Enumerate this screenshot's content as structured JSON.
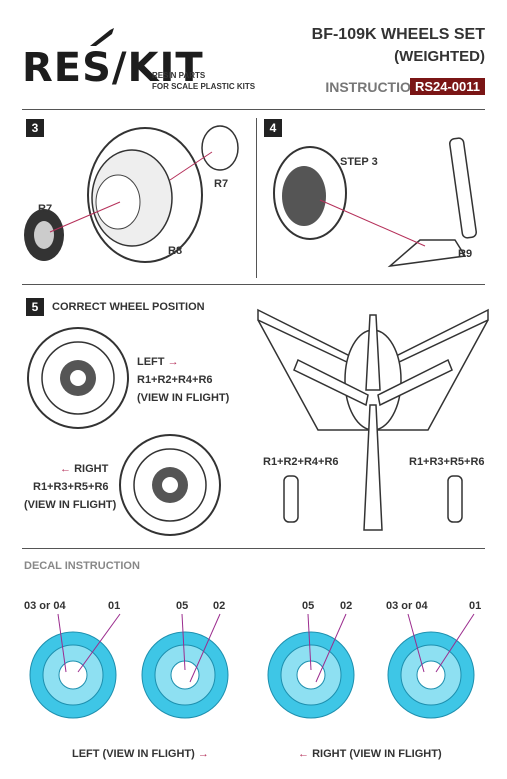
{
  "brand": {
    "name": "RES/KIT",
    "tagline_1": "RESIN PARTS",
    "tagline_2": "FOR SCALE PLASTIC KITS"
  },
  "header": {
    "title": "BF-109K WHEELS SET",
    "subtitle": "(WEIGHTED)",
    "instruction_label": "INSTRUCTION",
    "code": "RS24-0011"
  },
  "step3": {
    "number": "3",
    "part_r7_a": "R7",
    "part_r7_b": "R7",
    "part_r8": "R8"
  },
  "step4": {
    "number": "4",
    "ref": "STEP 3",
    "part_r9": "R9"
  },
  "step5": {
    "number": "5",
    "title": "CORRECT WHEEL POSITION",
    "left_label": "LEFT",
    "left_parts": "R1+R2+R4+R6",
    "left_view": "(VIEW IN FLIGHT)",
    "right_label": "RIGHT",
    "right_parts": "R1+R3+R5+R6",
    "right_view": "(VIEW IN FLIGHT)",
    "plane_left": "R1+R2+R4+R6",
    "plane_right": "R1+R3+R5+R6"
  },
  "decal": {
    "heading": "DECAL INSTRUCTION",
    "w1_a": "03 or 04",
    "w1_b": "01",
    "w2_a": "05",
    "w2_b": "02",
    "w3_a": "05",
    "w3_b": "02",
    "w4_a": "03 or 04",
    "w4_b": "01",
    "left_caption": "LEFT (VIEW IN FLIGHT)",
    "right_caption": "RIGHT (VIEW IN FLIGHT)"
  },
  "colors": {
    "accent": "#7a1515",
    "decal": "#3ec6e6",
    "arrow": "#b5305a"
  }
}
